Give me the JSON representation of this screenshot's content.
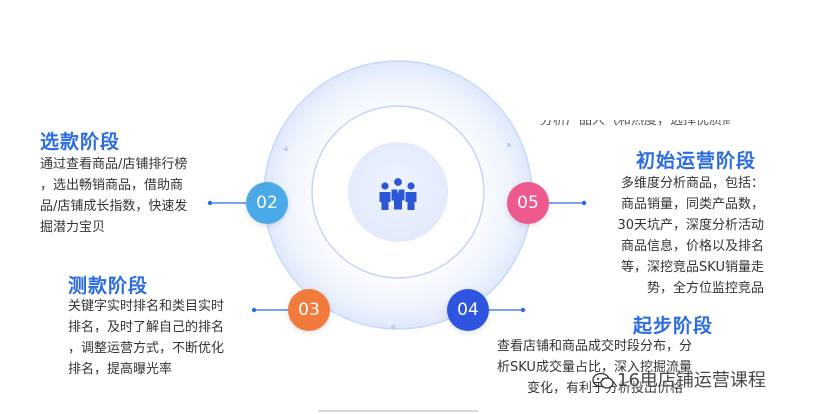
{
  "colors": {
    "title_blue": "#2b6de0",
    "badge_02": "#4aaae8",
    "badge_03": "#f27a3c",
    "badge_04": "#2e54e0",
    "badge_05": "#ee5a8e",
    "ring": "#c9d9f7",
    "connector": "#2b6de0"
  },
  "center_icon": "people-group-icon",
  "stages": {
    "s02": {
      "number": "02",
      "title": "选款阶段",
      "lines": [
        "通过查看商品/店铺排行榜",
        "，选出畅销商品，借助商",
        "品/店铺成长指数，快速发",
        "掘潜力宝贝"
      ]
    },
    "s03": {
      "number": "03",
      "title": "测款阶段",
      "lines": [
        "关键字实时排名和类目实时",
        "排名，及时了解自己的排名",
        "，调整运营方式，不断优化",
        "排名，提高曝光率"
      ]
    },
    "s04": {
      "number": "04",
      "title": "起步阶段",
      "lines": [
        "查看店铺和商品成交时段分布，分",
        "析SKU成交量占比，深入挖掘流量",
        "变化，有利于分析投出价格"
      ]
    },
    "s05": {
      "number": "05",
      "title": "初始运营阶段",
      "lines": [
        "多维度分析商品，包括：",
        "商品销量，同类产品数，",
        "30天坑产，深度分析活动",
        "商品信息，价格以及排名",
        "等，深挖竞品SKU销量走",
        "势，全方位监控竞品"
      ]
    }
  },
  "top_fragment_text": "分析产品人气和热度，选择优质商品",
  "watermark_text": "16电店铺运营课程"
}
